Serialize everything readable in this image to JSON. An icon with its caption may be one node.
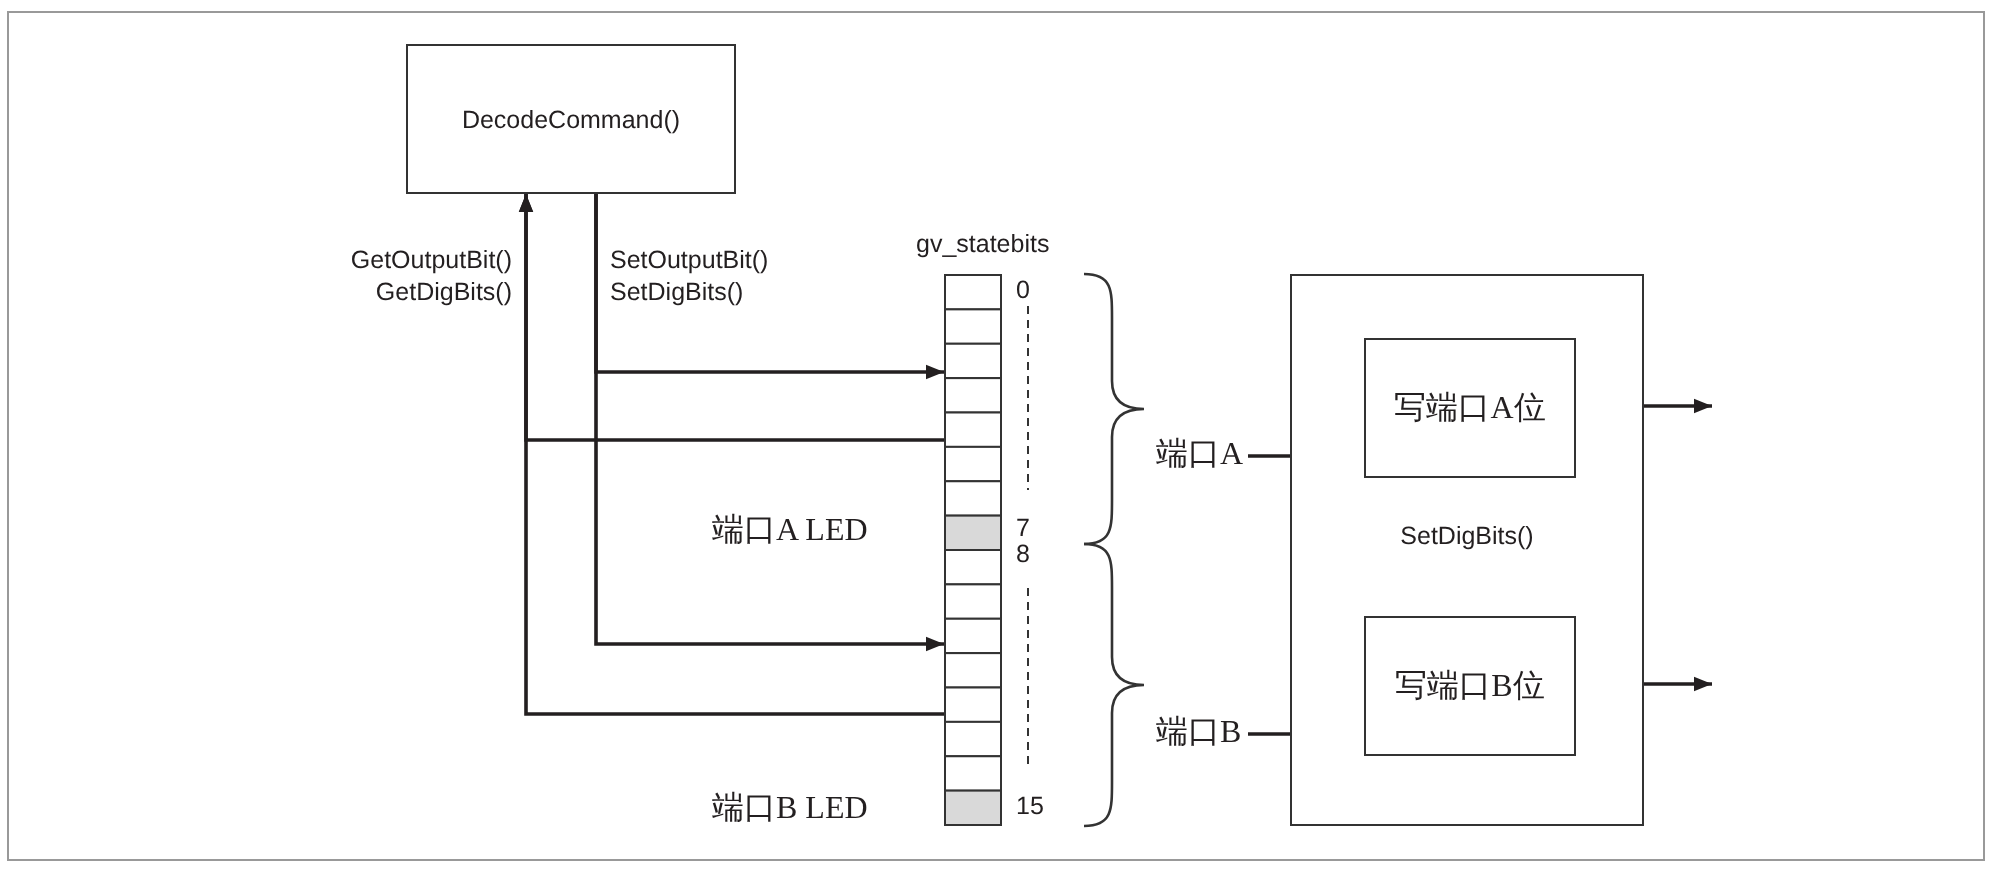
{
  "diagram": {
    "nodes": [
      {
        "text": [
          "DecodeCommand()"
        ]
      },
      {
        "text": [],
        "shape": "box",
        "beside": [
          "gv_statebits"
        ]
      },
      {
        "text": [
          "端口A"
        ]
      },
      {
        "text": [
          "端口B"
        ]
      },
      {
        "text": [
          "SetDigBits()"
        ]
      },
      {
        "text": [
          "写端口A位"
        ],
        "in": 4
      },
      {
        "text": [
          "写端口B位"
        ],
        "in": 4
      }
    ],
    "edges": [
      {
        "from": 0,
        "to": 1,
        "arrow": "to",
        "label": "SetOutputBit() SetDigBits()"
      },
      {
        "from": 0,
        "to": 1,
        "arrow": "to"
      },
      {
        "from": 1,
        "to": 0,
        "arrow": "to",
        "label": "GetOutputBit() GetDigBits()"
      },
      {
        "from": 1,
        "to": 0,
        "arrow": "to"
      },
      {
        "from": 2,
        "to": 5,
        "arrow": "to"
      },
      {
        "from": 3,
        "to": 6,
        "arrow": "to"
      },
      {
        "from": 5,
        "to": null,
        "arrow": "to"
      },
      {
        "from": 6,
        "to": null,
        "arrow": "to"
      }
    ],
    "labels": [
      "0",
      "端口A LED",
      "7",
      "8",
      "端口B LED",
      "15"
    ]
  }
}
